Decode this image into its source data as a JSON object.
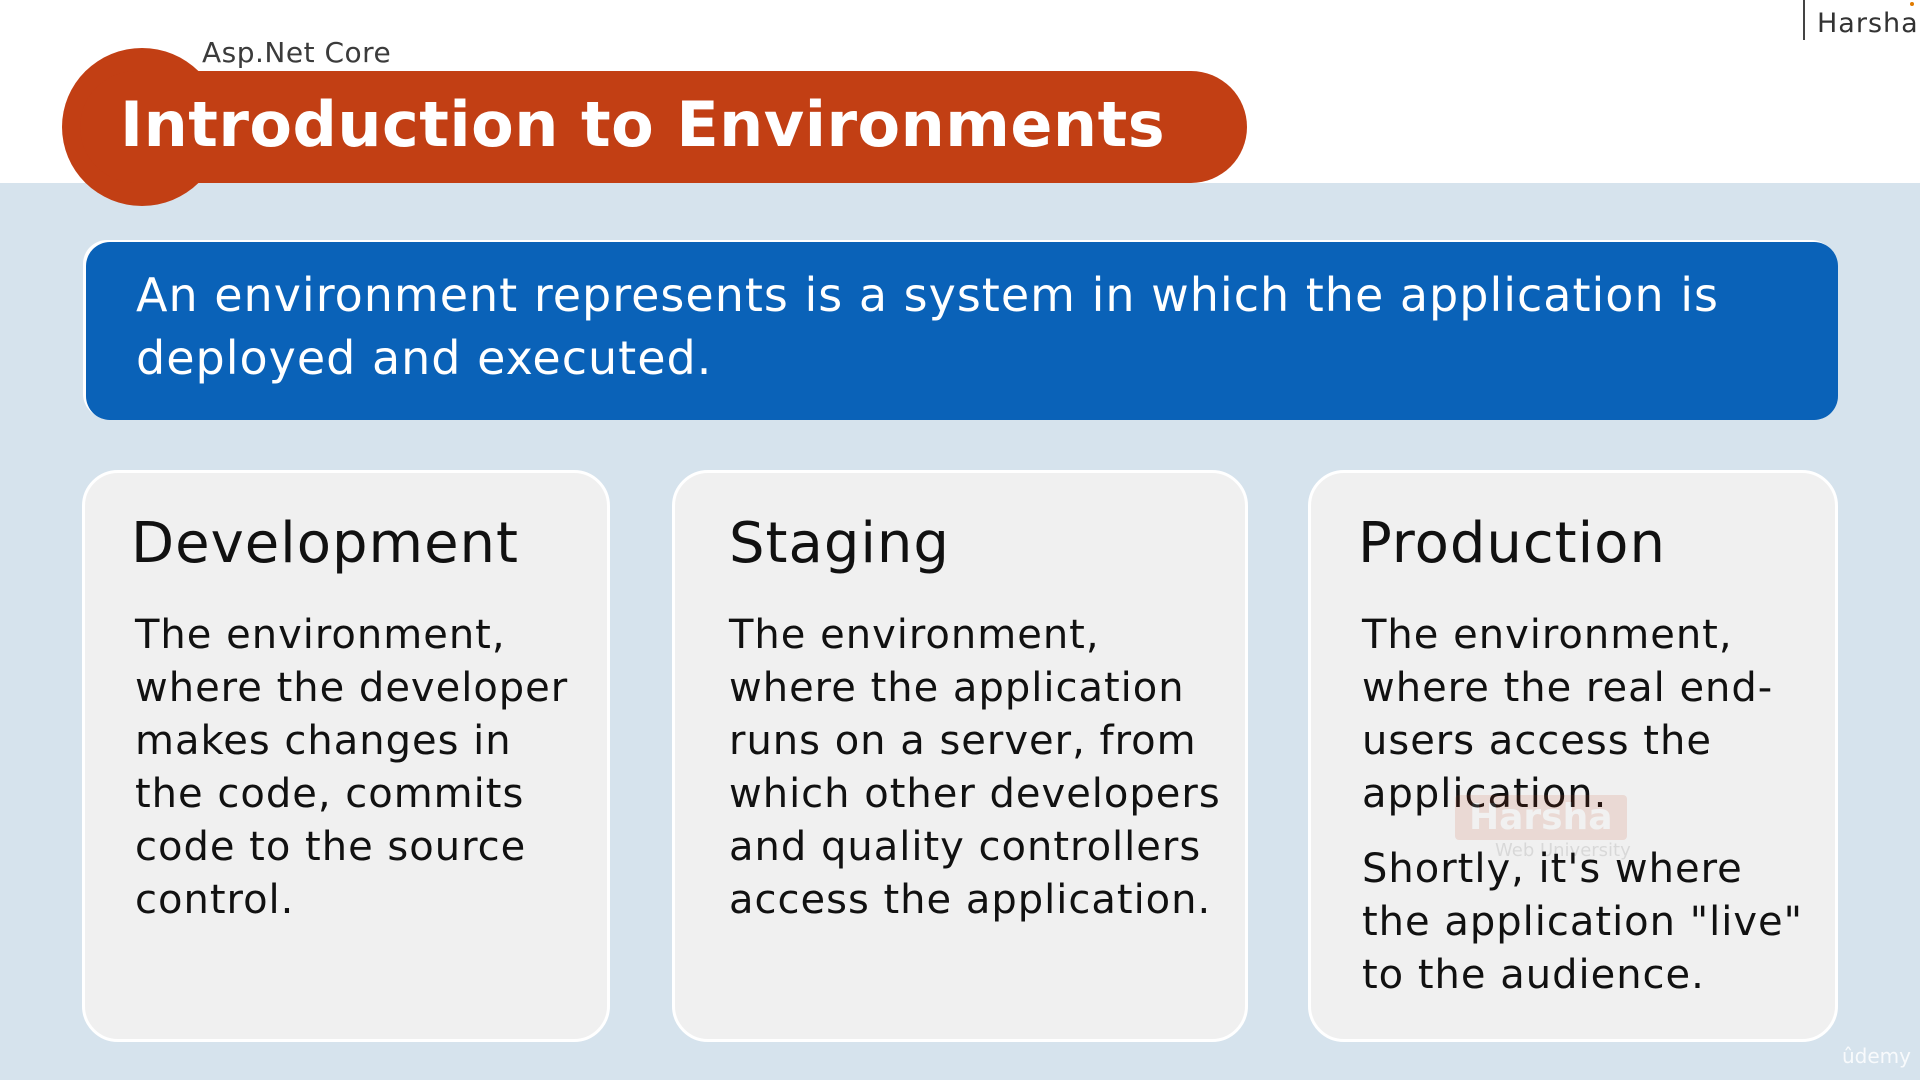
{
  "header": {
    "course": "Asp.Net Core",
    "title": "Introduction to Environments",
    "brand": "Harsha"
  },
  "definition": "An environment represents is a system in which the application is deployed and executed.",
  "cards": [
    {
      "title": "Development",
      "body": "The environment, where the developer makes changes in the code, commits code to the source control."
    },
    {
      "title": "Staging",
      "body": "The environment, where the application runs on a server, from which other developers and quality controllers access the application."
    },
    {
      "title": "Production",
      "body": "The environment, where the real end-users access the application.",
      "body_2": "Shortly, it's where the application \"live\" to the audience."
    }
  ],
  "watermark": {
    "logo": "Harsha",
    "sub": "Web University"
  },
  "footer": {
    "platform": "ûdemy"
  },
  "colors": {
    "title_accent": "#c23f14",
    "definition_bg": "#0a62b8",
    "background": "#d6e3ed",
    "card_bg": "#f0f0f0"
  }
}
